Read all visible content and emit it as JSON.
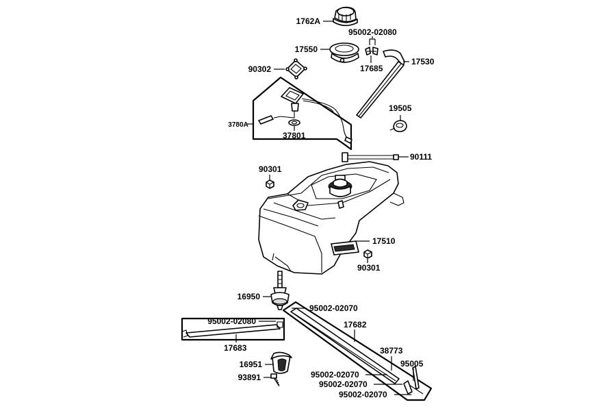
{
  "labels": {
    "p1762A": "1762A",
    "p95002_02080_top": "95002-02080",
    "p17550": "17550",
    "p17685": "17685",
    "p17530": "17530",
    "p90302": "90302",
    "p3780A": "3780A",
    "p37801": "37801",
    "p19505": "19505",
    "p90111": "90111",
    "p90301_top": "90301",
    "p17510": "17510",
    "p90301_bottom": "90301",
    "p16950": "16950",
    "p95002_02070_a": "95002-02070",
    "p95002_02080_left": "95002-02080",
    "p17682": "17682",
    "p17683": "17683",
    "p38773": "38773",
    "p16951": "16951",
    "p95005": "95005",
    "p95002_02070_b": "95002-02070",
    "p93891": "93891",
    "p95002_02070_c": "95002-02070",
    "p95002_02070_d": "95002-02070"
  }
}
